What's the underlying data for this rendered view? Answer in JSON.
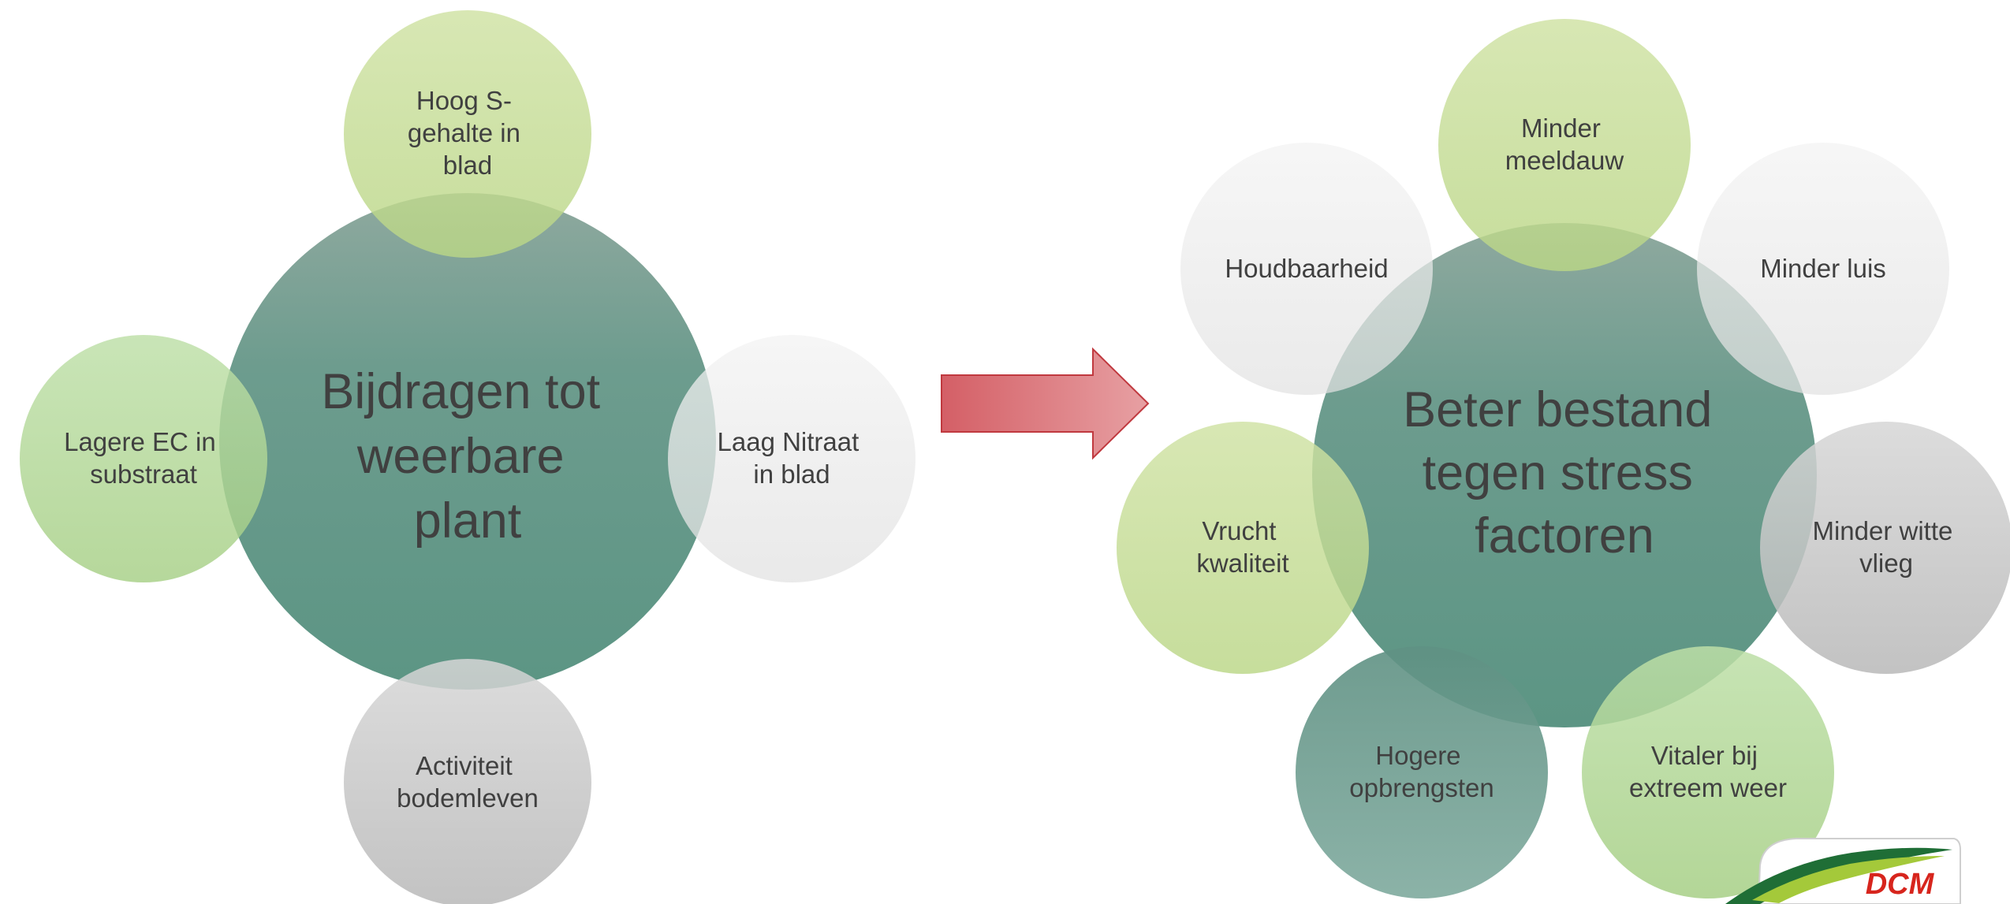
{
  "left_cycle": {
    "center": [
      "Bijdragen tot",
      "weerbare",
      "plant"
    ],
    "top": [
      "Hoog S-",
      "gehalte in",
      "blad"
    ],
    "left": [
      "Lagere EC in",
      "substraat"
    ],
    "right": [
      "Laag Nitraat",
      "in blad"
    ],
    "bottom": [
      "Activiteit",
      "bodemleven"
    ]
  },
  "right_cycle": {
    "center": [
      "Beter bestand",
      "tegen stress",
      "factoren"
    ],
    "top": [
      "Minder",
      "meeldauw"
    ],
    "top_left": [
      "Houdbaarheid"
    ],
    "top_right": [
      "Minder luis"
    ],
    "left": [
      "Vrucht",
      "kwaliteit"
    ],
    "right": [
      "Minder witte",
      "vlieg"
    ],
    "bottom_left": [
      "Hogere",
      "opbrengsten"
    ],
    "bottom_right": [
      "Vitaler bij",
      "extreem weer"
    ]
  },
  "logo": {
    "text": "DCM"
  },
  "colors": {
    "teal": "#6e9f92",
    "light_green": "#b9d580",
    "mid_green": "#9fcd82",
    "light_gray": "#ebebeb",
    "mid_gray": "#bdbdbd",
    "arrow_red": "#d9747a",
    "logo_red": "#d7251d"
  }
}
